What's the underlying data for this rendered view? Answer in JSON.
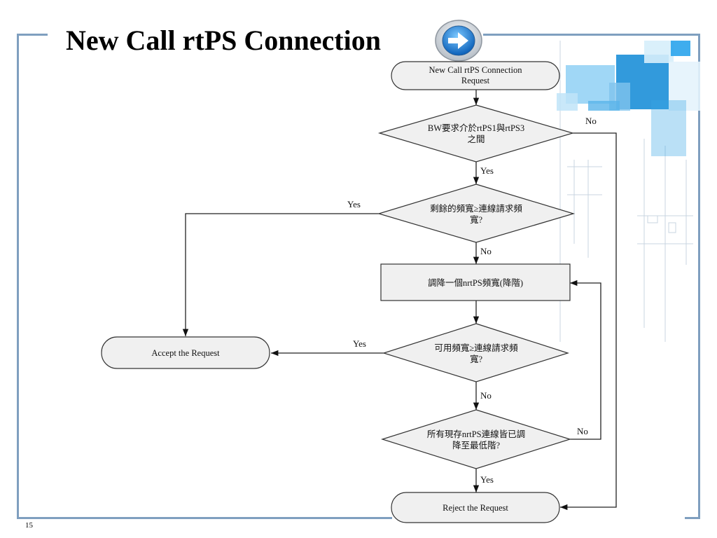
{
  "slide": {
    "title": "New Call rtPS Connection",
    "page_number": "15",
    "next_icon": "arrow-right-icon"
  },
  "flowchart": {
    "start": "New Call rtPS Connection Request",
    "start_lines": [
      "New Call rtPS Connection",
      "Request"
    ],
    "decision1_lines": [
      "BW要求介於rtPS1與rtPS3",
      "之間"
    ],
    "decision2_lines": [
      "剩餘的頻寬≥連線請求頻",
      "寬?"
    ],
    "process": "調降一個nrtPS頻寬(降階)",
    "decision3_lines": [
      "可用頻寬≥連線請求頻",
      "寬?"
    ],
    "decision4_lines": [
      "所有現存nrtPS連線皆已調",
      "降至最低階?"
    ],
    "accept": "Accept the Request",
    "reject": "Reject the Request",
    "edge_labels": {
      "d1_no": "No",
      "d1_yes": "Yes",
      "d2_yes": "Yes",
      "d2_no": "No",
      "d3_yes": "Yes",
      "d3_no": "No",
      "d4_no": "No",
      "d4_yes": "Yes"
    }
  },
  "colors": {
    "frame": "#7f9fbf",
    "node_fill": "#f0f0f0",
    "accent_blue": "#1e88d6"
  }
}
